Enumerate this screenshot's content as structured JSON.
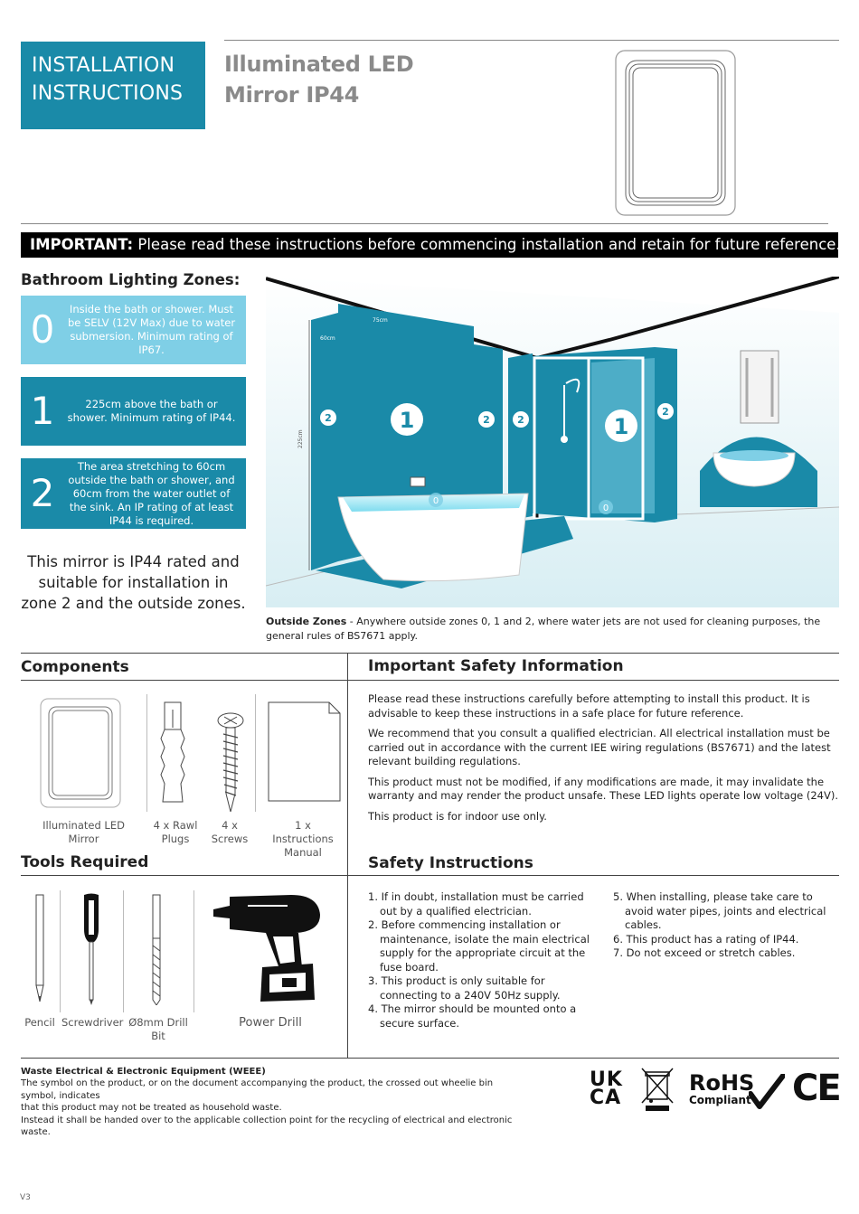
{
  "header": {
    "box_line1": "INSTALLATION",
    "box_line2": "INSTRUCTIONS",
    "title_line1": "Illuminated LED",
    "title_line2": "Mirror IP44"
  },
  "important": {
    "label": "IMPORTANT:",
    "text": " Please read these instructions before commencing installation and retain for future reference."
  },
  "zones": {
    "title": "Bathroom Lighting Zones:",
    "items": [
      {
        "num": "0",
        "text": "Inside the bath or shower. Must be SELV (12V Max) due to water submersion. Minimum rating of IP67."
      },
      {
        "num": "1",
        "text": "225cm above the bath or shower. Minimum rating of IP44."
      },
      {
        "num": "2",
        "text": "The area stretching to 60cm outside the bath or shower, and 60cm from the water outlet of the sink. An IP rating of at least IP44 is required."
      }
    ],
    "note": "This mirror is IP44 rated and suitable for installation in zone 2 and the outside zones."
  },
  "illustration": {
    "height_label": "225cm",
    "dim_75": "75cm",
    "dim_60": "60cm",
    "zone_labels": [
      "0",
      "1",
      "2"
    ]
  },
  "outside_zones": {
    "label": "Outside Zones",
    "text": " - Anywhere outside zones 0, 1 and 2, where water jets are not used for cleaning purposes, the general rules of BS7671 apply."
  },
  "components": {
    "title": "Components",
    "items": [
      {
        "label": "Illuminated LED Mirror"
      },
      {
        "label": "4 x Rawl Plugs"
      },
      {
        "label": "4 x Screws"
      },
      {
        "label": "1 x Instructions Manual"
      }
    ]
  },
  "safety_info": {
    "title": "Important Safety Information",
    "paragraphs": [
      "Please read these instructions carefully before attempting to install this product. It is advisable to keep these instructions in a safe place for future reference.",
      "We recommend that you consult a qualified electrician. All electrical installation must be carried out in accordance with the current IEE wiring regulations (BS7671) and the latest relevant building regulations.",
      "This product must not be modified, if any modifications are made, it may invalidate the warranty and may render the product unsafe. These LED lights operate low voltage (24V).",
      "This product is for indoor use only."
    ]
  },
  "tools": {
    "title": "Tools Required",
    "items": [
      {
        "label": "Pencil"
      },
      {
        "label": "Screwdriver"
      },
      {
        "label": "Ø8mm Drill Bit"
      },
      {
        "label": "Power Drill"
      }
    ]
  },
  "safety_instructions": {
    "title": "Safety Instructions",
    "col1": [
      "1. If in doubt, installation must be carried out by a qualified electrician.",
      "2. Before commencing installation or maintenance, isolate the main electrical supply for the appropriate circuit at the fuse board.",
      "3. This product is only suitable for connecting to a 240V 50Hz supply.",
      "4. The mirror should be mounted onto a secure surface."
    ],
    "col2": [
      "5. When installing, please take care to avoid water pipes, joints and electrical cables.",
      "6. This product has a rating of IP44.",
      "7. Do not exceed or stretch cables."
    ]
  },
  "weee": {
    "title": "Waste Electrical & Electronic Equipment (WEEE)",
    "line1": "The symbol on the product, or on the document accompanying the product, the crossed out wheelie bin symbol, indicates",
    "line2": "that this product may not be treated as household waste.",
    "line3": "Instead it shall be handed over to the applicable collection point for the recycling of electrical and electronic waste."
  },
  "marks": {
    "ukca_top": "UK",
    "ukca_bottom": "CA",
    "rohs": "RoHS",
    "rohs_sub": "Compliant",
    "ce": "CE"
  },
  "version": "V3",
  "colors": {
    "teal": "#1a8aa8",
    "light_teal": "#7fcfe6",
    "black": "#000000"
  }
}
